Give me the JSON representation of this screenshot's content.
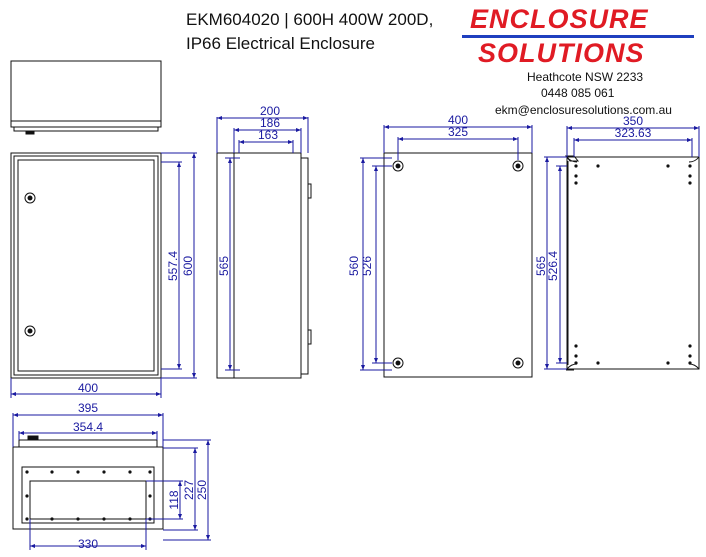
{
  "header": {
    "title_line1": "EKM604020 | 600H 400W 200D,",
    "title_line2": "IP66  Electrical Enclosure"
  },
  "brand": {
    "word1": "ENCLOSURE",
    "word2": "SOLUTIONS",
    "color": "#e01b24",
    "line_color": "#1f3fbf"
  },
  "contact": {
    "location": "Heathcote NSW 2233",
    "phone": "0448 085 061",
    "email": "ekm@enclosuresolutions.com.au"
  },
  "colors": {
    "drawing": "#111111",
    "dimension": "#1a1aa0"
  },
  "dimensions": {
    "front_width": "400",
    "front_h_outer": "600",
    "front_h_inner": "557.4",
    "side_d_outer": "200",
    "side_d_mid": "186",
    "side_d_inner": "163",
    "side_h": "565",
    "back_w_outer": "400",
    "back_w_holes": "325",
    "back_h_outer": "560",
    "back_h_inner": "526",
    "plate_w_outer": "350",
    "plate_w_inner": "323.63",
    "plate_h_outer": "565",
    "plate_h_inner": "526.4",
    "bottom_w_outer": "395",
    "bottom_w_inner": "354.4",
    "bottom_w_cut": "330",
    "bottom_h_outer": "250",
    "bottom_h_mid": "227",
    "bottom_h_cut": "118"
  }
}
